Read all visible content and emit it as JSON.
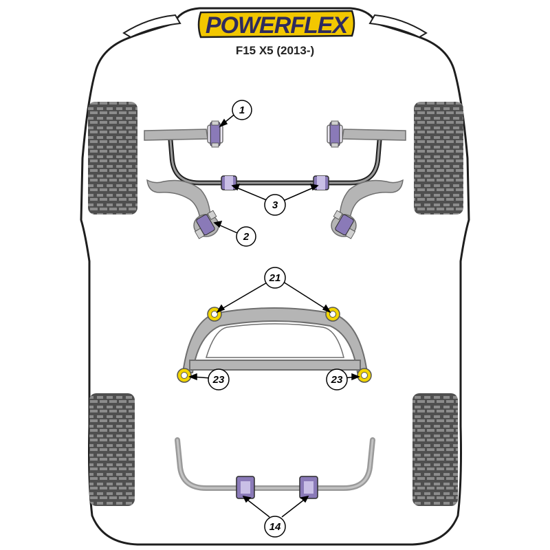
{
  "brand": {
    "name": "Powerflex",
    "logo_text": "POWERFLEX",
    "colors": {
      "logo_bg": "#f2c700",
      "logo_border": "#1e1e1e",
      "logo_text": "#2e2a5e"
    }
  },
  "subtitle": "F15 X5 (2013-)",
  "colors": {
    "outline": "#1e1e1e",
    "arm_fill": "#b5b5b5",
    "arm_stroke": "#6e6e6e",
    "bush_purple": "#8a7ab8",
    "bush_yellow": "#f2d500",
    "tyre": "#4f4f4f"
  },
  "callouts": [
    {
      "id": "1",
      "label": "1"
    },
    {
      "id": "2",
      "label": "2"
    },
    {
      "id": "3",
      "label": "3"
    },
    {
      "id": "21",
      "label": "21"
    },
    {
      "id": "23a",
      "label": "23"
    },
    {
      "id": "23b",
      "label": "23"
    },
    {
      "id": "14",
      "label": "14"
    }
  ]
}
